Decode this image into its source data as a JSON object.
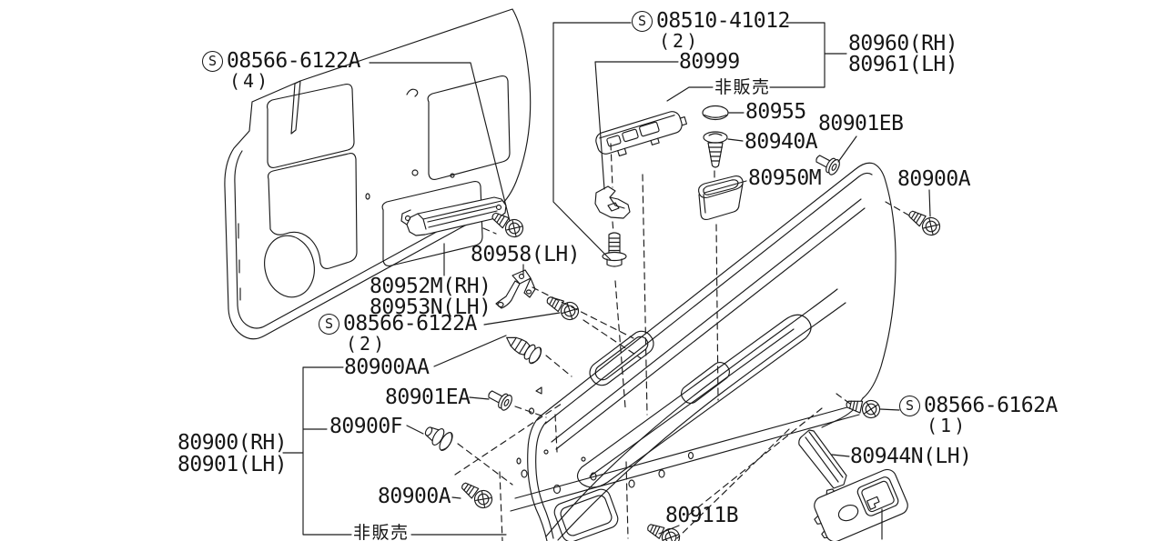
{
  "diagram": {
    "kind": "parts-catalog-line-drawing",
    "subject": "front door trimming",
    "colors": {
      "background": "#ffffff",
      "line": "#1a1a1a"
    }
  },
  "labels": {
    "s6122a_top": {
      "symbol": "S",
      "part": "08566-6122A",
      "qty": "(4)"
    },
    "s08510": {
      "symbol": "S",
      "part": "08510-41012",
      "qty": "(2)"
    },
    "s6122a_mid": {
      "symbol": "S",
      "part": "08566-6122A",
      "qty": "(2)"
    },
    "s6162a": {
      "symbol": "S",
      "part": "08566-6162A",
      "qty": "(1)"
    },
    "p80999": "80999",
    "hihanbai_top": "非販売",
    "p80960": "80960(RH)",
    "p80961": "80961(LH)",
    "p80955": "80955",
    "p80940a": "80940A",
    "p80901eb": "80901EB",
    "p80950m": "80950M",
    "p80900a_upper": "80900A",
    "p80958": "80958(LH)",
    "p80952m": "80952M(RH)",
    "p80953n": "80953N(LH)",
    "p80900aa": "80900AA",
    "p80901ea": "80901EA",
    "p80900f": "80900F",
    "p80900": "80900(RH)",
    "p80901": "80901(LH)",
    "p80900a_lower": "80900A",
    "hihanbai_bottom": "非販売",
    "p80911b": "80911B",
    "p80944n": "80944N(LH)"
  }
}
